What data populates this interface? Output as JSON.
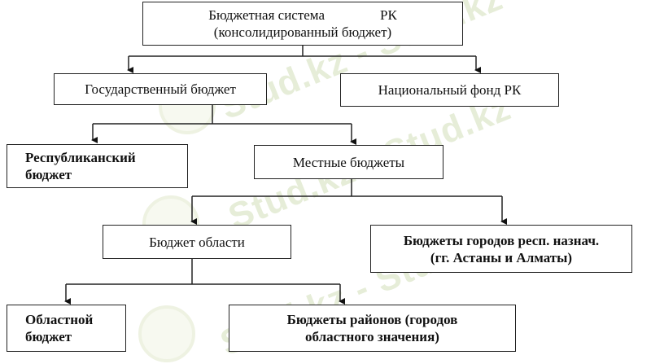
{
  "watermark": {
    "text": "Stud.kz - Stud.kz"
  },
  "diagram": {
    "root": {
      "line1": "Бюджетная система                РК",
      "line2": "(консолидированный бюджет)"
    },
    "state_budget": "Государственный бюджет",
    "national_fund": "Национальный фонд РК",
    "republican_budget": {
      "line1": "Республиканский",
      "line2": "бюджет"
    },
    "local_budgets": "Местные бюджеты",
    "oblast_budget": "Бюджет области",
    "city_budgets": {
      "line1": "Бюджеты городов респ. назнач.",
      "line2": "(гг. Астаны и Алматы)"
    },
    "regional_budget": {
      "line1": "Областной",
      "line2": "бюджет"
    },
    "district_budgets": {
      "line1": "Бюджеты районов (городов",
      "line2": "областного значения)"
    }
  }
}
